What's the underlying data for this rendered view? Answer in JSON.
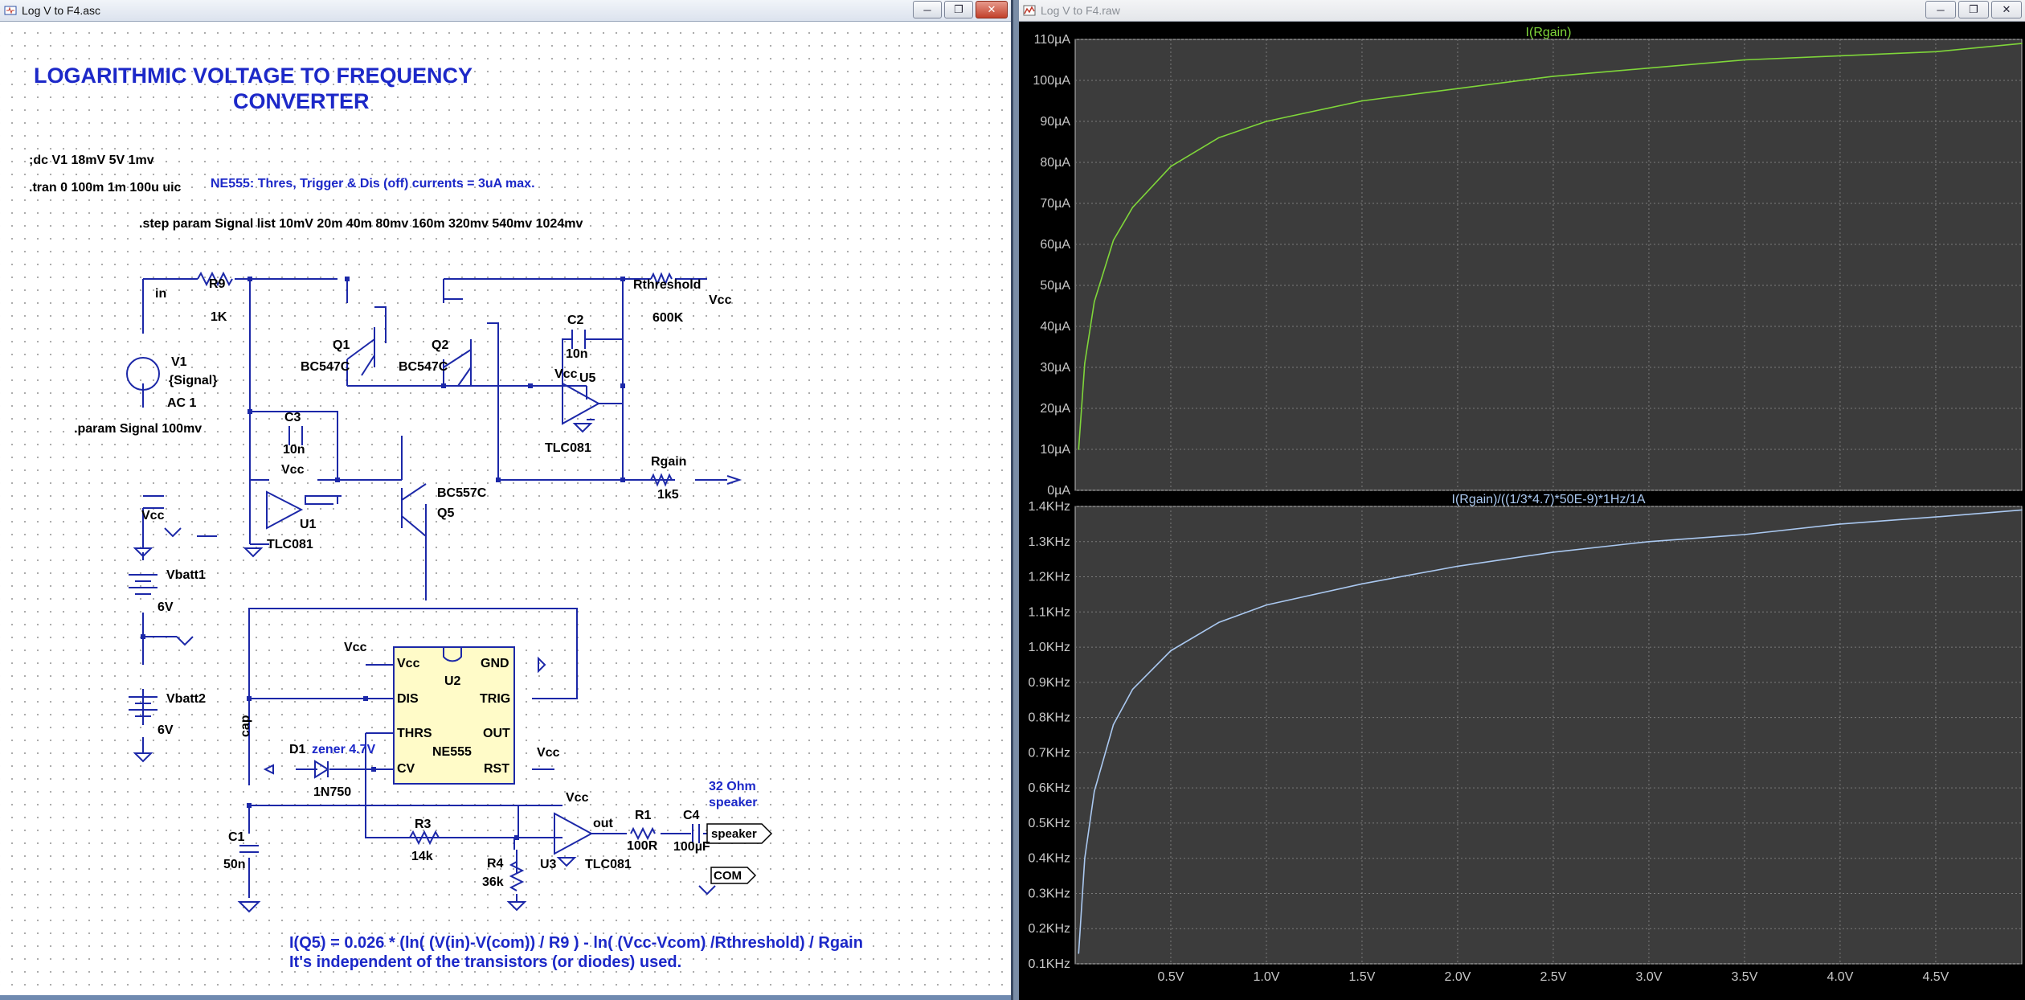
{
  "schematic_window": {
    "title": "Log V to F4.asc",
    "heading_line1": "LOGARITHMIC VOLTAGE TO FREQUENCY",
    "heading_line2": "CONVERTER",
    "directive_dc": ";dc V1 18mV 5V 1mv",
    "directive_tran": ".tran 0 100m 1m 100u uic",
    "note_ne555": "NE555: Thres, Trigger & Dis (off) currents = 3uA max.",
    "directive_step": ".step param Signal list 10mV 20m 40m 80mv 160m 320mv 540mv 1024mv",
    "directive_param": ".param Signal 100mv",
    "formula_line1": "I(Q5) = 0.026 * (ln( (V(in)-V(com)) / R9 ) - ln( (Vcc-Vcom) /Rthreshold) / Rgain",
    "formula_line2": "It's independent of the transistors (or diodes) used.",
    "labels": {
      "in": "in",
      "r9": "R9",
      "r9_val": "1K",
      "v1": "V1",
      "v1_val": "{Signal}",
      "v1_ac": "AC 1",
      "q1": "Q1",
      "q1_model": "BC547C",
      "q2": "Q2",
      "q2_model": "BC547C",
      "c2": "C2",
      "c2_val": "10n",
      "rthreshold": "Rthreshold",
      "rthreshold_val": "600K",
      "vcc_rth": "Vcc",
      "vcc_u5": "Vcc",
      "u5": "U5",
      "u5_model": "TLC081",
      "c3": "C3",
      "c3_val": "10n",
      "vcc_u1": "Vcc",
      "u1": "U1",
      "u1_model": "TLC081",
      "q5_model": "BC557C",
      "q5": "Q5",
      "rgain": "Rgain",
      "rgain_val": "1k5",
      "vcc_batt": "Vcc",
      "vbatt1": "Vbatt1",
      "vbatt1_val": "6V",
      "vbatt2": "Vbatt2",
      "vbatt2_val": "6V",
      "vcc_u2": "Vcc",
      "u2": "U2",
      "u2_model": "NE555",
      "pin_vcc": "Vcc",
      "pin_gnd": "GND",
      "pin_dis": "DIS",
      "pin_trig": "TRIG",
      "pin_thrs": "THRS",
      "pin_out": "OUT",
      "pin_cv": "CV",
      "pin_rst": "RST",
      "vcc_rst": "Vcc",
      "cap": "cap",
      "d1": "D1",
      "d1_desc": "zener 4.7V",
      "d1_model": "1N750",
      "c1": "C1",
      "c1_val": "50n",
      "r3": "R3",
      "r3_val": "14k",
      "r4": "R4",
      "r4_val": "36k",
      "vcc_u3": "Vcc",
      "u3": "U3",
      "u3_model": "TLC081",
      "out": "out",
      "r1": "R1",
      "r1_val": "100R",
      "c4": "C4",
      "c4_val": "100µF",
      "spk_desc1": "32 Ohm",
      "spk_desc2": "speaker",
      "speaker": "speaker",
      "com": "COM"
    }
  },
  "waveform_window": {
    "title": "Log V to F4.raw",
    "trace_colors": {
      "top": "#7fd63a",
      "bottom": "#aac8f0"
    }
  },
  "chart_data": [
    {
      "type": "line",
      "title": "I(Rgain)",
      "x": [
        0.018,
        0.05,
        0.1,
        0.2,
        0.3,
        0.5,
        0.75,
        1.0,
        1.5,
        2.0,
        2.5,
        3.0,
        3.5,
        4.0,
        4.5,
        4.95
      ],
      "series": [
        {
          "name": "I(Rgain)",
          "values": [
            10,
            31,
            46,
            61,
            69,
            79,
            86,
            90,
            95,
            98,
            101,
            103,
            105,
            106,
            107,
            109
          ]
        }
      ],
      "ylim": [
        0,
        110
      ],
      "xlim": [
        0,
        4.95
      ],
      "yticks": [
        "0µA",
        "10µA",
        "20µA",
        "30µA",
        "40µA",
        "50µA",
        "60µA",
        "70µA",
        "80µA",
        "90µA",
        "100µA",
        "110µA"
      ],
      "xticks": [
        "0.5V",
        "1.0V",
        "1.5V",
        "2.0V",
        "2.5V",
        "3.0V",
        "3.5V",
        "4.0V",
        "4.5V"
      ],
      "grid": true
    },
    {
      "type": "line",
      "title": "I(Rgain)/((1/3*4.7)*50E-9)*1Hz/1A",
      "x": [
        0.018,
        0.05,
        0.1,
        0.2,
        0.3,
        0.5,
        0.75,
        1.0,
        1.5,
        2.0,
        2.5,
        3.0,
        3.5,
        4.0,
        4.5,
        4.95
      ],
      "series": [
        {
          "name": "I(Rgain)/((1/3*4.7)*50E-9)*1Hz/1A",
          "values": [
            0.13,
            0.4,
            0.59,
            0.78,
            0.88,
            0.99,
            1.07,
            1.12,
            1.18,
            1.23,
            1.27,
            1.3,
            1.32,
            1.35,
            1.37,
            1.39
          ]
        }
      ],
      "ylim": [
        0.1,
        1.4
      ],
      "xlim": [
        0,
        4.95
      ],
      "yticks": [
        "0.1KHz",
        "0.2KHz",
        "0.3KHz",
        "0.4KHz",
        "0.5KHz",
        "0.6KHz",
        "0.7KHz",
        "0.8KHz",
        "0.9KHz",
        "1.0KHz",
        "1.1KHz",
        "1.2KHz",
        "1.3KHz",
        "1.4KHz"
      ],
      "xticks": [
        "0.5V",
        "1.0V",
        "1.5V",
        "2.0V",
        "2.5V",
        "3.0V",
        "3.5V",
        "4.0V",
        "4.5V"
      ],
      "grid": true
    }
  ]
}
